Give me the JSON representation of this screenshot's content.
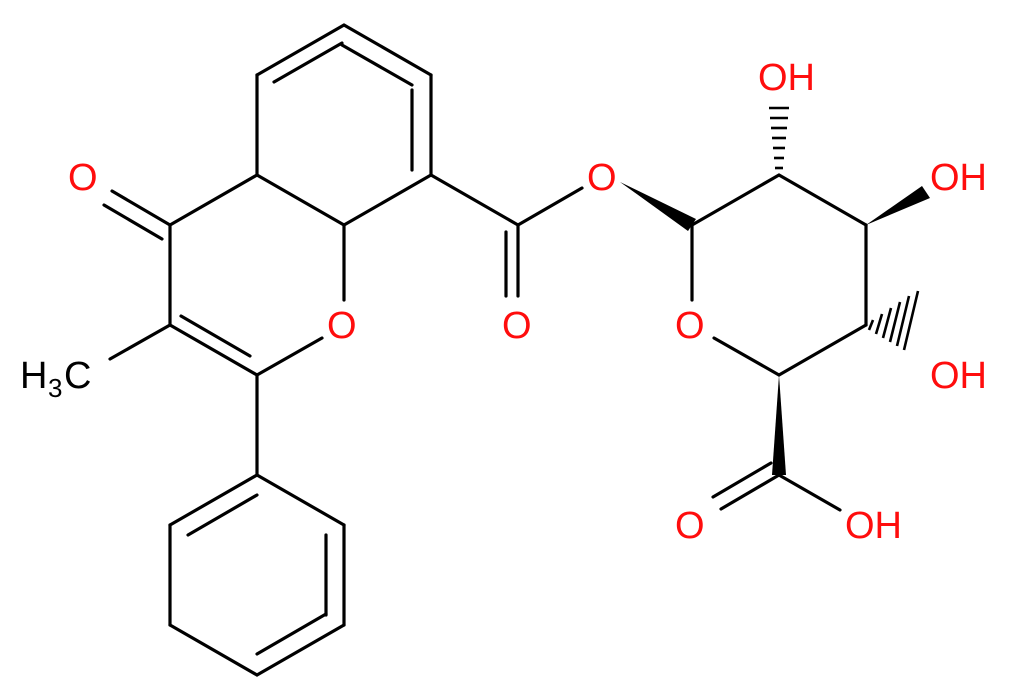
{
  "molecule": {
    "colors": {
      "bond": "#000000",
      "oxygen": "#ff0d0d",
      "carbon_label": "#000000"
    },
    "labels": {
      "ketone_o": "O",
      "ring_o": "O",
      "ester_o": "O",
      "carbonyl_o": "O",
      "pyran_o": "O",
      "oh_c2": "OH",
      "oh_c3": "OH",
      "oh_c4": "OH",
      "acid_o": "O",
      "acid_oh": "OH",
      "methyl_h": "H",
      "methyl_sub": "3",
      "methyl_c": "C"
    }
  }
}
